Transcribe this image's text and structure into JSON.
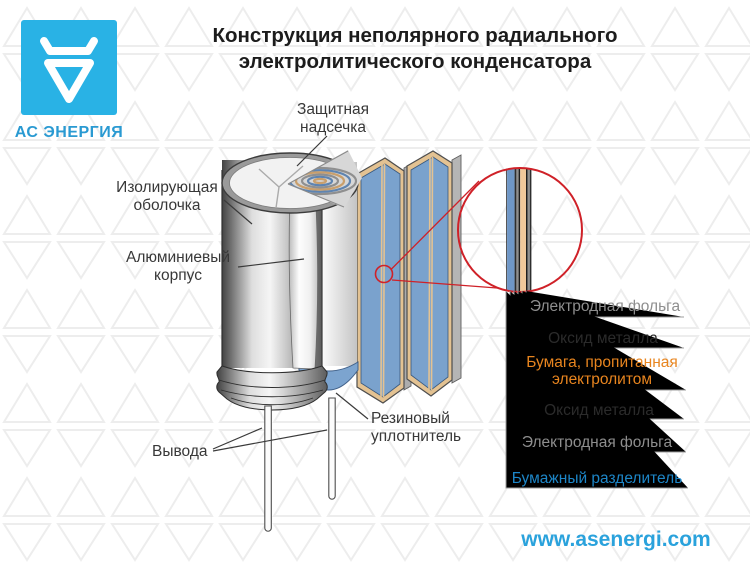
{
  "title": {
    "line1": "Конструкция неполярного радиального",
    "line2": "электролитического конденсатора"
  },
  "logo": {
    "brand": "АС ЭНЕРГИЯ",
    "mark": "triangle-flask-mark"
  },
  "website": "www.asenergi.com",
  "labels": {
    "protective_notch": {
      "line1": "Защитная",
      "line2": "надсечка"
    },
    "insulating_sheath": {
      "line1": "Изолирующая",
      "line2": "оболочка"
    },
    "aluminum_case": {
      "line1": "Алюминиевый",
      "line2": "корпус"
    },
    "rubber_seal": {
      "line1": "Резиновый",
      "line2": "уплотнитель"
    },
    "leads": "Вывода"
  },
  "callout": {
    "electrode_foil_top": "Электродная фольга",
    "metal_oxide_top": "Оксид металла",
    "soaked_paper_line1": "Бумага, пропитанная",
    "soaked_paper_line2": "электролитом",
    "metal_oxide_bottom": "Оксид металла",
    "electrode_foil_bottom": "Электродная фольга",
    "paper_separator": "Бумажный разделитель"
  },
  "colors": {
    "accent_red": "#cf2128",
    "brand_cyan": "#29b2e5",
    "link_blue": "#2aa2dc",
    "foil_blue": "#6f97c7",
    "paper_tan": "#e3c292",
    "orange_label": "#e8851f",
    "blue_label": "#1d86c8",
    "gray_label": "#8e8e8e"
  }
}
